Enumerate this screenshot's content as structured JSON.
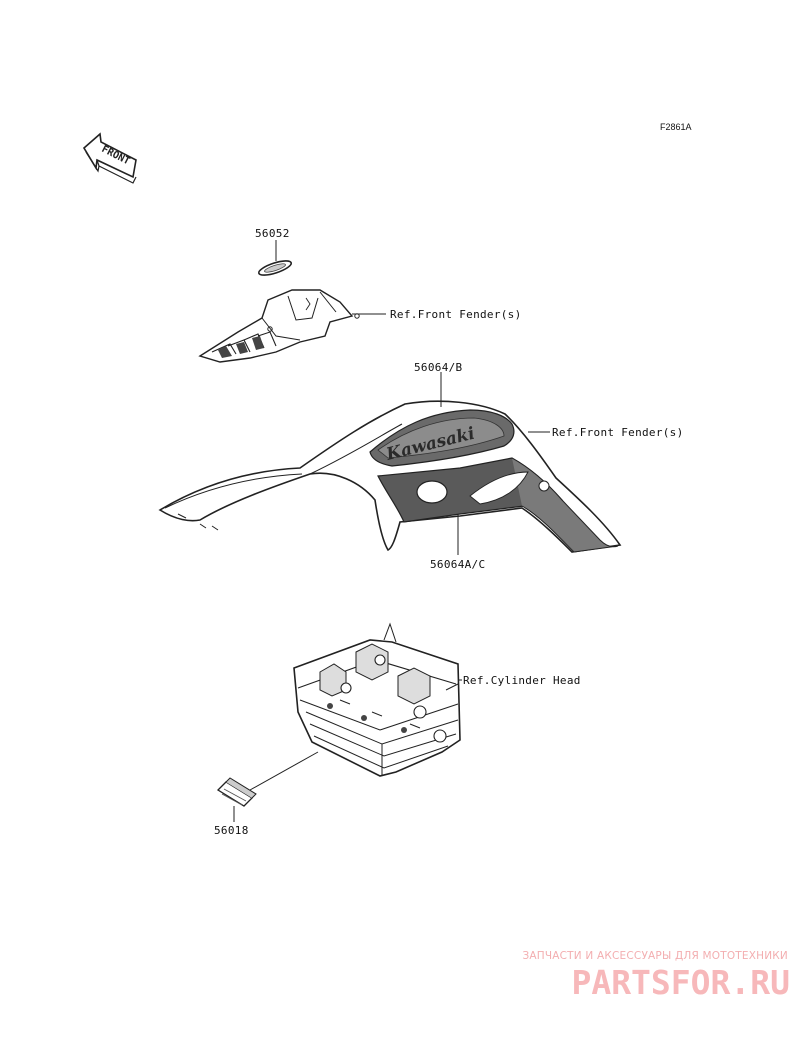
{
  "figure_code": "F2861A",
  "front_arrow": {
    "text": "FRONT",
    "icon": "front-direction-arrow-icon"
  },
  "callouts": {
    "part_56052": "56052",
    "ref_front_fender_1": "Ref.Front Fender(s)",
    "part_56064b": "56064/B",
    "ref_front_fender_2": "Ref.Front Fender(s)",
    "decal_brand": "Kawasaki",
    "part_56064ac": "56064A/C",
    "ref_cylinder_head": "Ref.Cylinder Head",
    "part_56018": "56018"
  },
  "watermark": {
    "tagline": "ЗАПЧАСТИ И АКСЕССУАРЫ ДЛЯ МОТОТЕХНИКИ",
    "logo": "PARTSFOR.RU",
    "color": "#f3aeb0"
  }
}
